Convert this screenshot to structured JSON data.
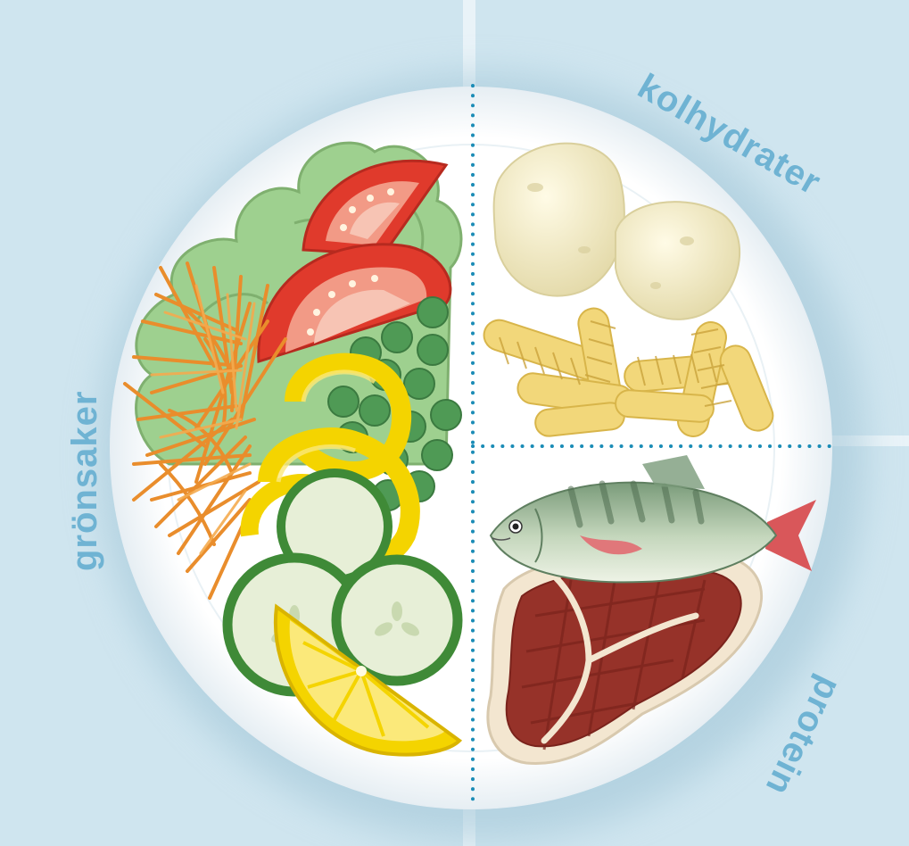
{
  "labels": {
    "vegetables": "grönsaker",
    "carbohydrates": "kolhydrater",
    "protein": "protein"
  },
  "colors": {
    "background": "#cfe5ef",
    "plate": "#ffffff",
    "divider_dots": "#1b8cb6",
    "label_text": "#6fb3d3"
  },
  "sections": [
    {
      "name": "vegetables",
      "share": 0.5,
      "items": [
        "lettuce-icon",
        "tomato-icon",
        "grated-carrot-icon",
        "peas-icon",
        "yellow-pepper-icon",
        "cucumber-icon",
        "lemon-icon"
      ]
    },
    {
      "name": "carbohydrates",
      "share": 0.25,
      "items": [
        "potato-icon",
        "pasta-icon"
      ]
    },
    {
      "name": "protein",
      "share": 0.25,
      "items": [
        "fish-icon",
        "steak-icon"
      ]
    }
  ]
}
